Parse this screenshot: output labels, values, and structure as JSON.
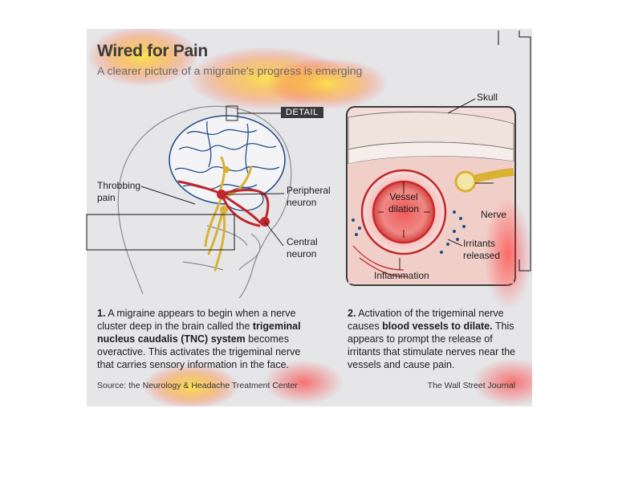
{
  "header": {
    "title": "Wired for Pain",
    "subtitle": "A clearer picture of a migraine's progress is emerging"
  },
  "brain_labels": {
    "throbbing_1": "Throbbing",
    "throbbing_2": "pain",
    "peripheral_1": "Peripheral",
    "peripheral_2": "neuron",
    "central_1": "Central",
    "central_2": "neuron"
  },
  "detail_tag": "DETAIL",
  "detail_labels": {
    "skull": "Skull",
    "vessel_1": "Vessel",
    "vessel_2": "dilation",
    "nerve": "Nerve",
    "irritants_1": "Irritants",
    "irritants_2": "released",
    "inflammation": "Inflammation"
  },
  "captions": {
    "step1": {
      "number": "1.",
      "text_a": " A migraine appears to begin when a nerve cluster deep in the brain called the ",
      "bold": "trigeminal nucleus caudalis (TNC) system",
      "text_b": " becomes overactive. This activates the trigeminal nerve that carries sensory information in the face."
    },
    "step2": {
      "number": "2.",
      "text_a": " Activation of the trigeminal nerve causes ",
      "bold": "blood vessels to dilate.",
      "text_b": " This appears to prompt the release of irritants that stimulate nerves near the vessels and cause pain."
    }
  },
  "footer": {
    "source": "Source: the Neurology & Headache Treatment Center",
    "credit": "The Wall Street Journal"
  },
  "colors": {
    "panel_bg": "#e6e6e8",
    "nerve_red": "#c0272d",
    "nerve_yellow": "#d9b233",
    "vessel_blue": "#1d4f8a",
    "detail_frame": "#3a3a3a"
  }
}
